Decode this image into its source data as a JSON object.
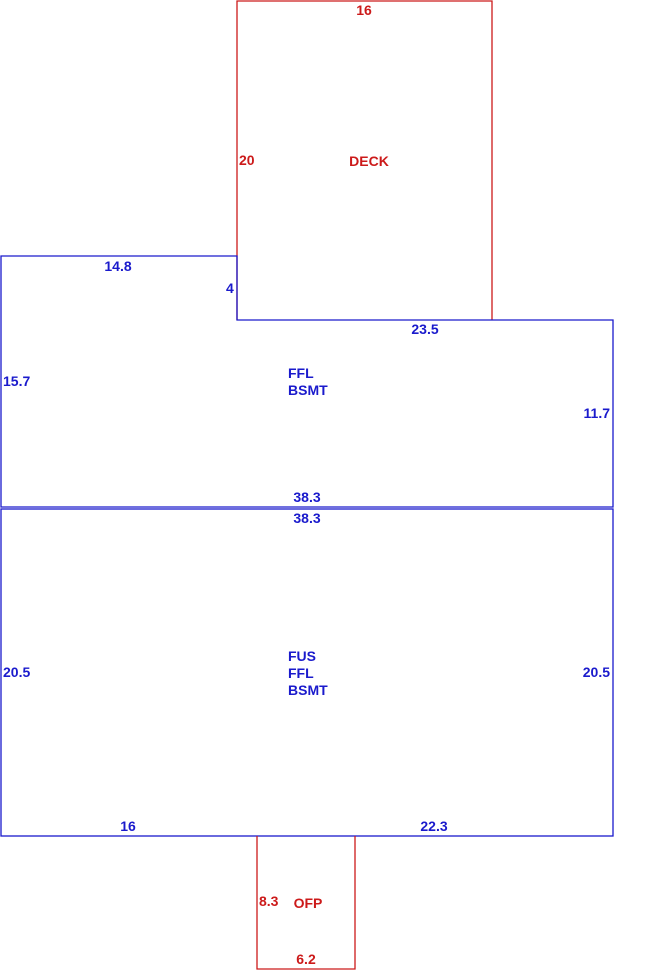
{
  "colors": {
    "living": "#1a1acc",
    "exterior": "#cc1a1a",
    "background": "#ffffff"
  },
  "deck": {
    "label": "DECK",
    "dims": {
      "top": "16",
      "left": "20"
    }
  },
  "upper_section": {
    "labels": [
      "FFL",
      "BSMT"
    ],
    "dims": {
      "top": "14.8",
      "step": "4",
      "top_right": "23.5",
      "left": "15.7",
      "right": "11.7",
      "bottom": "38.3"
    }
  },
  "lower_section": {
    "labels": [
      "FUS",
      "FFL",
      "BSMT"
    ],
    "dims": {
      "top": "38.3",
      "left": "20.5",
      "right": "20.5",
      "bottom_left": "16",
      "bottom_right": "22.3"
    }
  },
  "porch": {
    "label": "OFP",
    "dims": {
      "left": "8.3",
      "bottom": "6.2"
    }
  }
}
